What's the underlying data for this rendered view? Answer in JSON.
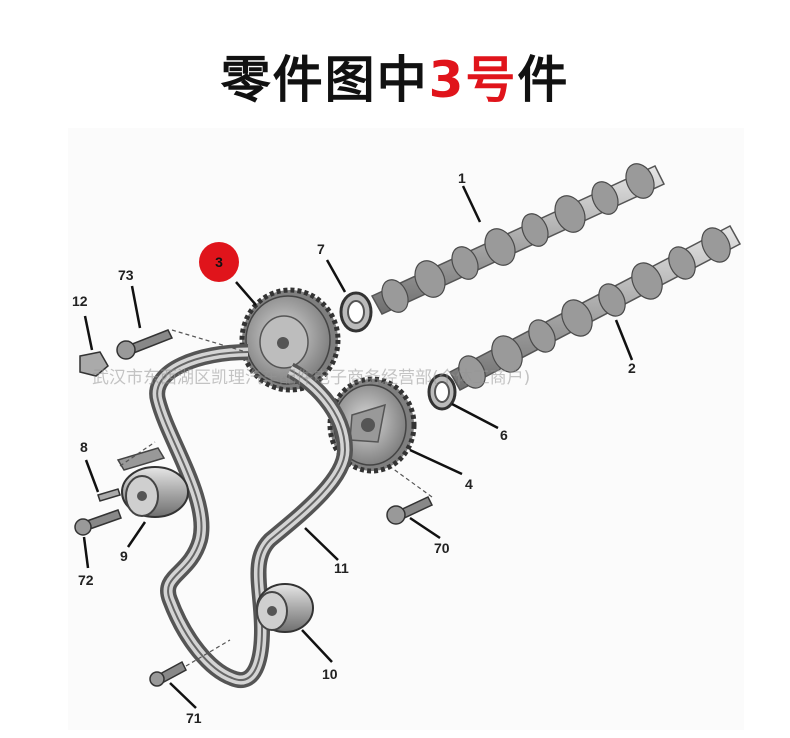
{
  "title": {
    "prefix": "零件图中",
    "number": "3号",
    "suffix": "件"
  },
  "watermark": "武汉市东西湖区凯理汽车配件电子商务经营部(个体工商户)",
  "callouts": {
    "c1": "1",
    "c2": "2",
    "c3": "3",
    "c4": "4",
    "c6": "6",
    "c7": "7",
    "c8": "8",
    "c9": "9",
    "c10": "10",
    "c11": "11",
    "c12": "12",
    "c70": "70",
    "c71": "71",
    "c72": "72",
    "c73": "73"
  },
  "colors": {
    "highlight": "#e0141b",
    "part_gray": "#8d8d8d",
    "text": "#222222"
  }
}
